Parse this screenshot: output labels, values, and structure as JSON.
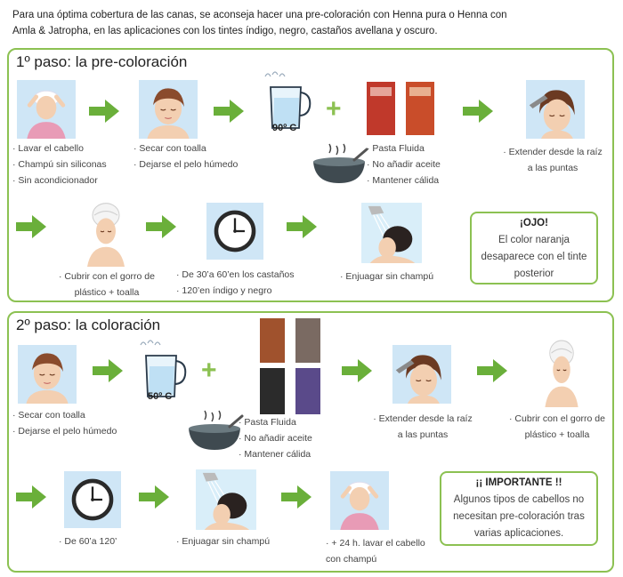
{
  "intro": {
    "line1": "Para una óptima cobertura de las canas, se aconseja hacer una pre-coloración con Henna pura o Henna con",
    "line2": "Amla & Jatropha, en las aplicaciones con los tintes índigo, negro, castaños avellana y oscuro."
  },
  "step1": {
    "title": "1º paso: la pre-coloración",
    "wash": [
      "· Lavar el cabello",
      "· Champú sin siliconas",
      "· Sin acondicionador"
    ],
    "dry": [
      "· Secar con toalla",
      "· Dejarse el pelo húmedo"
    ],
    "temp": "90º C",
    "paste": [
      "· Pasta Fluida",
      "· No añadir aceite",
      "· Mantener cálida"
    ],
    "apply": [
      "· Extender desde la raíz",
      "a las puntas"
    ],
    "cover": [
      "· Cubrir con el gorro de",
      "plástico + toalla"
    ],
    "time": [
      "· De 30’a 60’en los castaños",
      "· 120’en índigo y negro"
    ],
    "rinse": "· Enjuagar sin champú",
    "note": {
      "heading": "¡OJO!",
      "lines": [
        "El color naranja",
        "desaparece con el tinte",
        "posterior"
      ]
    }
  },
  "step2": {
    "title": "2º paso: la coloración",
    "dry": [
      "· Secar con toalla",
      "· Dejarse el pelo húmedo"
    ],
    "temp": "50º C",
    "paste": [
      "· Pasta Fluida",
      "· No añadir aceite",
      "· Mantener cálida"
    ],
    "apply": [
      "· Extender desde la raíz",
      "a las puntas"
    ],
    "cover": [
      "· Cubrir con el gorro de",
      "plástico + toalla"
    ],
    "time": "· De 60’a 120’",
    "rinse": "· Enjuagar sin champú",
    "wash": [
      "· + 24 h. lavar el cabello",
      "con champú"
    ],
    "note": {
      "heading": "¡¡ IMPORTANTE !!",
      "lines": [
        "Algunos tipos de cabellos no",
        "necesitan pre-coloración tras",
        "varias aplicaciones."
      ]
    }
  },
  "colors": {
    "accent": "#8cc152",
    "arrow": "#6aaf3a"
  }
}
